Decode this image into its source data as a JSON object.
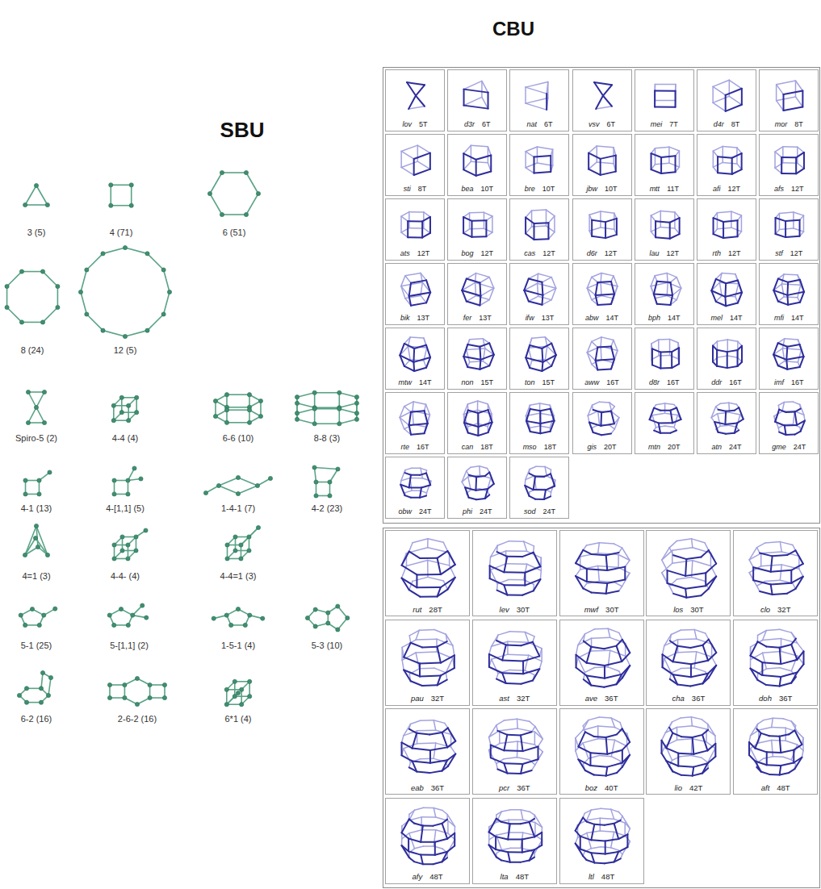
{
  "diagram": {
    "nodes": [
      {
        "text": [
          "lov",
          "5T"
        ]
      },
      {
        "text": [
          "d3r",
          "6T"
        ]
      },
      {
        "text": [
          "nat",
          "6T"
        ]
      },
      {
        "text": [
          "vsv",
          "6T"
        ]
      },
      {
        "text": [
          "mei",
          "7T"
        ]
      },
      {
        "text": [
          "d4r",
          "8T"
        ]
      },
      {
        "text": [
          "mor",
          "8T"
        ]
      },
      {
        "text": [
          "sti",
          "8T"
        ]
      },
      {
        "text": [
          "bea",
          "10T"
        ]
      },
      {
        "text": [
          "bre",
          "10T"
        ]
      },
      {
        "text": [
          "jbw",
          "10T"
        ]
      },
      {
        "text": [
          "mtt",
          "11T"
        ]
      },
      {
        "text": [
          "afi",
          "12T"
        ]
      },
      {
        "text": [
          "afs",
          "12T"
        ]
      },
      {
        "text": [
          "ats",
          "12T"
        ]
      },
      {
        "text": [
          "bog",
          "12T"
        ]
      },
      {
        "text": [
          "cas",
          "12T"
        ]
      },
      {
        "text": [
          "d6r",
          "12T"
        ]
      },
      {
        "text": [
          "lau",
          "12T"
        ]
      },
      {
        "text": [
          "rth",
          "12T"
        ]
      },
      {
        "text": [
          "stf",
          "12T"
        ]
      },
      {
        "text": [
          "bik",
          "13T"
        ]
      },
      {
        "text": [
          "fer",
          "13T"
        ]
      },
      {
        "text": [
          "ifw",
          "13T"
        ]
      },
      {
        "text": [
          "abw",
          "14T"
        ]
      },
      {
        "text": [
          "bph",
          "14T"
        ]
      },
      {
        "text": [
          "mel",
          "14T"
        ]
      },
      {
        "text": [
          "mfi",
          "14T"
        ]
      },
      {
        "text": [
          "mtw",
          "14T"
        ]
      },
      {
        "text": [
          "non",
          "15T"
        ]
      },
      {
        "text": [
          "ton",
          "15T"
        ]
      },
      {
        "text": [
          "aww",
          "16T"
        ]
      },
      {
        "text": [
          "d8r",
          "16T"
        ]
      },
      {
        "text": [
          "ddr",
          "16T"
        ]
      },
      {
        "text": [
          "imf",
          "16T"
        ]
      },
      {
        "text": [
          "rte",
          "16T"
        ]
      },
      {
        "text": [
          "can",
          "18T"
        ]
      },
      {
        "text": [
          "mso",
          "18T"
        ]
      },
      {
        "text": [
          "gis",
          "20T"
        ]
      },
      {
        "text": [
          "mtn",
          "20T"
        ]
      },
      {
        "text": [
          "atn",
          "24T"
        ]
      },
      {
        "text": [
          "gme",
          "24T"
        ]
      },
      {
        "text": [
          "obw",
          "24T"
        ]
      },
      {
        "text": [
          "phi",
          "24T"
        ]
      },
      {
        "text": [
          "sod",
          "24T"
        ]
      },
      {
        "text": [
          "rut",
          "28T"
        ]
      },
      {
        "text": [
          "lev",
          "30T"
        ]
      },
      {
        "text": [
          "mwf",
          "30T"
        ]
      },
      {
        "text": [
          "los",
          "30T"
        ]
      },
      {
        "text": [
          "clo",
          "32T"
        ]
      },
      {
        "text": [
          "pau",
          "32T"
        ]
      },
      {
        "text": [
          "ast",
          "32T"
        ]
      },
      {
        "text": [
          "ave",
          "36T"
        ]
      },
      {
        "text": [
          "cha",
          "36T"
        ]
      },
      {
        "text": [
          "doh",
          "36T"
        ]
      },
      {
        "text": [
          "eab",
          "36T"
        ]
      },
      {
        "text": [
          "pcr",
          "36T"
        ]
      },
      {
        "text": [
          "boz",
          "40T"
        ]
      },
      {
        "text": [
          "lio",
          "42T"
        ]
      },
      {
        "text": [
          "aft",
          "48T"
        ]
      },
      {
        "text": [
          "afy",
          "48T"
        ]
      },
      {
        "text": [
          "lta",
          "48T"
        ]
      },
      {
        "text": [
          "ltl",
          "48T"
        ]
      }
    ],
    "labels": [
      "SBU",
      "CBU",
      "3 (5)",
      "4 (71)",
      "6 (51)",
      "8 (24)",
      "12 (5)",
      "Spiro-5 (2)",
      "4-4 (4)",
      "6-6 (10)",
      "8-8 (3)",
      "4-1 (13)",
      "4-[1,1] (5)",
      "1-4-1 (7)",
      "4-2 (23)",
      "4=1 (3)",
      "4-4- (4)",
      "4-4=1 (3)",
      "5-1 (25)",
      "5-[1,1] (2)",
      "1-5-1 (4)",
      "5-3 (10)",
      "6-2 (16)",
      "2-6-2 (16)",
      "6*1 (4)"
    ]
  }
}
